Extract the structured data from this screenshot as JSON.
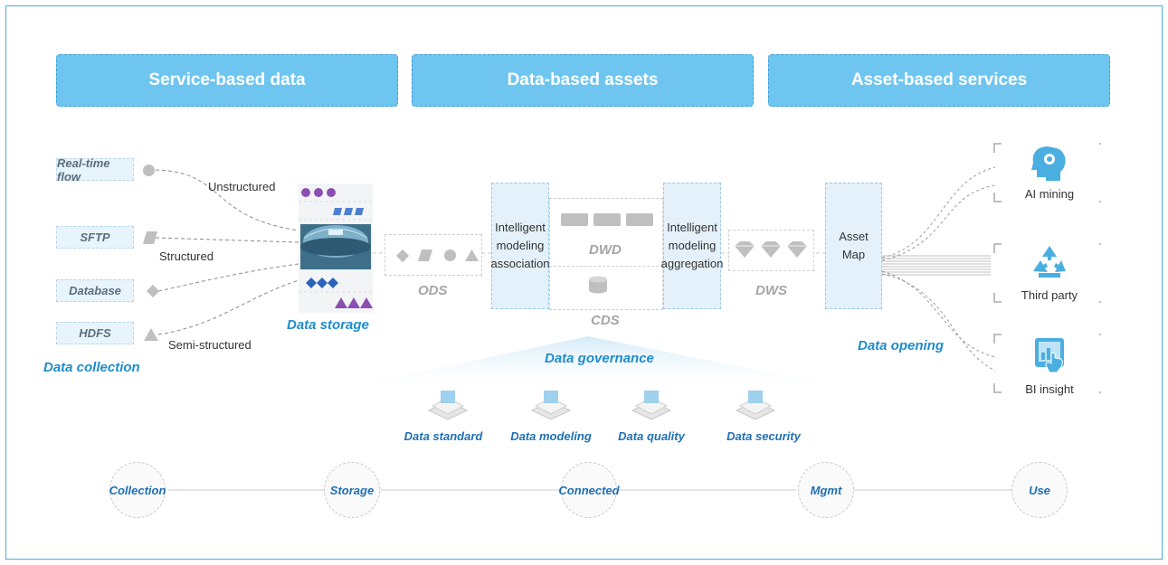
{
  "banners": [
    "Service-based data",
    "Data-based assets",
    "Asset-based services"
  ],
  "sources": [
    "Real-time flow",
    "SFTP",
    "Database",
    "HDFS"
  ],
  "data_types": {
    "unstructured": "Unstructured",
    "structured": "Structured",
    "semi_structured": "Semi-structured"
  },
  "captions": {
    "collection": "Data collection",
    "storage": "Data storage",
    "ods": "ODS",
    "dwd": "DWD",
    "cds": "CDS",
    "dws": "DWS",
    "governance": "Data governance",
    "opening": "Data opening"
  },
  "modeling": {
    "association": "Intelligent modeling association",
    "aggregation": "Intelligent modeling aggregation",
    "asset_map": "Asset Map"
  },
  "governance_items": [
    "Data standard",
    "Data modeling",
    "Data quality",
    "Data security"
  ],
  "services": [
    "AI mining",
    "Third party",
    "BI insight"
  ],
  "stages": [
    "Collection",
    "Storage",
    "Connected",
    "Mgmt",
    "Use"
  ],
  "colors": {
    "border": "#4aaee0",
    "banner": "#6ec6f0",
    "caption": "#1f8ccc",
    "icon": "#4aaee0"
  }
}
